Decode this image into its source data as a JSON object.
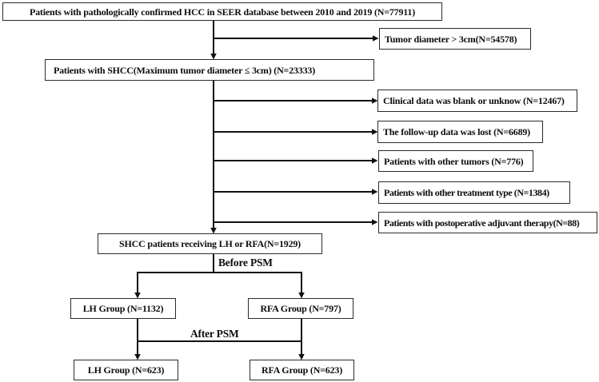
{
  "colors": {
    "background": "#ffffff",
    "line": "#111111",
    "box_border": "#2b2b2b",
    "text": "#0d0d0d"
  },
  "nodes": [
    {
      "id": "hcc-source",
      "label": "Patients with pathologically confirmed HCC in SEER database between 2010 and 2019 (N=77911)"
    },
    {
      "id": "tumor-gt-3cm",
      "label": "Tumor diameter > 3cm(N=54578)"
    },
    {
      "id": "shcc",
      "label": "Patients with SHCC(Maximum tumor diameter ≤ 3cm) (N=23333)"
    },
    {
      "id": "excl-clinical-blank",
      "label": "Clinical data was blank or unknow (N=12467)"
    },
    {
      "id": "excl-followup-lost",
      "label": "The follow-up data was lost (N=6689)"
    },
    {
      "id": "excl-other-tumors",
      "label": "Patients with other tumors (N=776)"
    },
    {
      "id": "excl-other-treatment",
      "label": "Patients with other treatment type (N=1384)"
    },
    {
      "id": "excl-postop-adjuvant",
      "label": "Patients with postoperative adjuvant therapy(N=88)"
    },
    {
      "id": "lh-or-rfa",
      "label": "SHCC patients receiving LH or RFA(N=1929)"
    },
    {
      "id": "lh-before-psm",
      "label": "LH Group (N=1132)"
    },
    {
      "id": "rfa-before-psm",
      "label": "RFA Group (N=797)"
    },
    {
      "id": "lh-after-psm",
      "label": "LH Group (N=623)"
    },
    {
      "id": "rfa-after-psm",
      "label": "RFA Group (N=623)"
    }
  ],
  "edge_labels": {
    "before_psm": "Before PSM",
    "after_psm": "After PSM"
  }
}
